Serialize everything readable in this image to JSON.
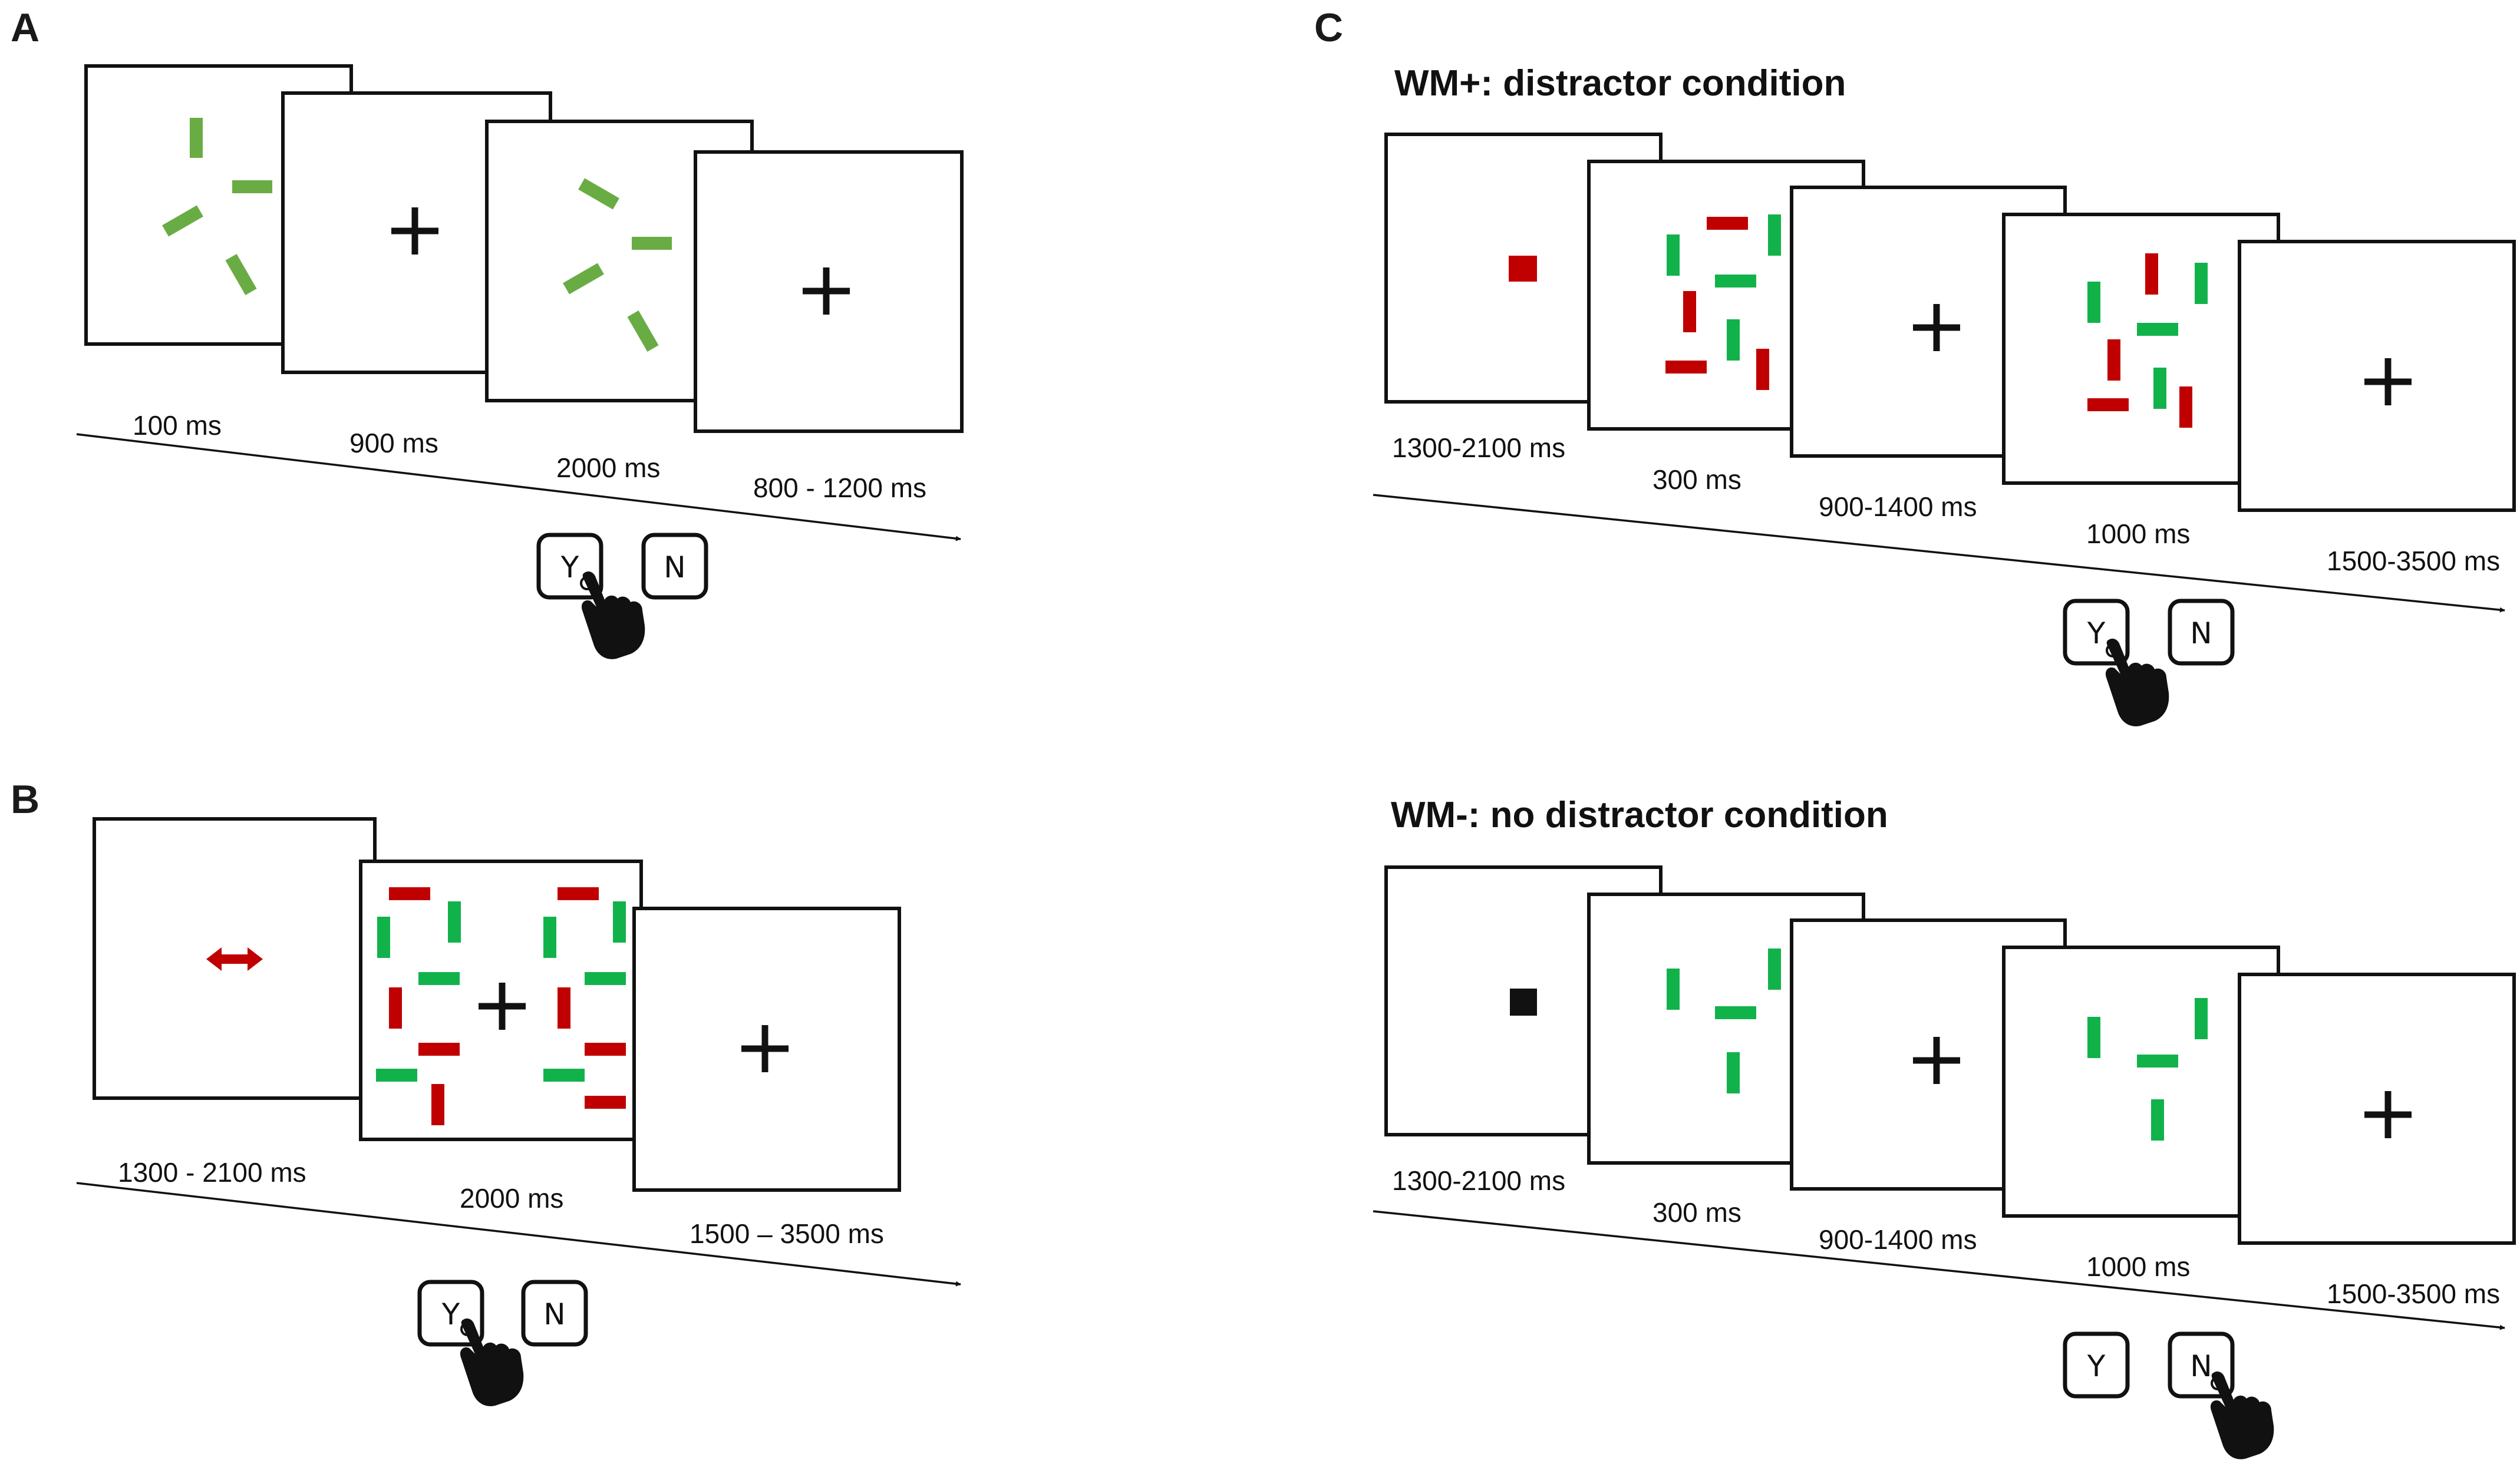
{
  "colors": {
    "stimulus_green_light": "#6aac44",
    "stimulus_green": "#12b24b",
    "stimulus_red": "#c00000",
    "fixation": "#111111"
  },
  "panels": {
    "A": {
      "letter": "A",
      "times": [
        "100 ms",
        "900 ms",
        "2000 ms",
        "800 - 1200 ms"
      ],
      "keys": [
        "Y",
        "N"
      ],
      "response_key": "Y"
    },
    "B": {
      "letter": "B",
      "times": [
        "1300 - 2100 ms",
        "2000 ms",
        "1500 – 3500 ms"
      ],
      "keys": [
        "Y",
        "N"
      ],
      "response_key": "Y"
    },
    "C": {
      "letter": "C",
      "wm_plus": {
        "title": "WM+: distractor condition",
        "times": [
          "1300-2100 ms",
          "300 ms",
          "900-1400 ms",
          "1000 ms",
          "1500-3500 ms"
        ],
        "keys": [
          "Y",
          "N"
        ],
        "response_key": "Y"
      },
      "wm_minus": {
        "title": "WM-: no distractor condition",
        "times": [
          "1300-2100 ms",
          "300 ms",
          "900-1400 ms",
          "1000 ms",
          "1500-3500 ms"
        ],
        "keys": [
          "Y",
          "N"
        ],
        "response_key": "N"
      }
    }
  },
  "icons": [
    "hand-pointer-icon",
    "fixation-cross-icon",
    "double-arrow-icon",
    "square-cue-icon"
  ]
}
